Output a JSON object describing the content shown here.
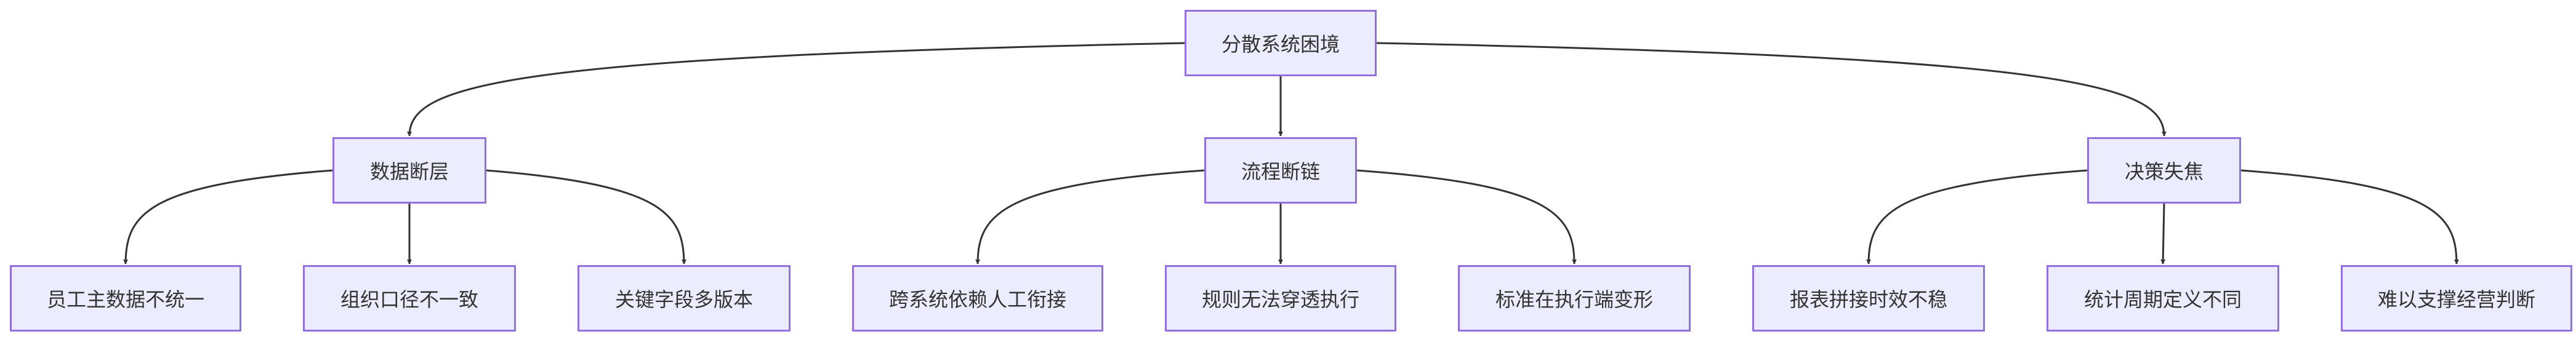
{
  "diagram": {
    "nodes": [
      {
        "id": "root",
        "label": "分散系统困境"
      },
      {
        "id": "data",
        "label": "数据断层"
      },
      {
        "id": "flow",
        "label": "流程断链"
      },
      {
        "id": "decision",
        "label": "决策失焦"
      },
      {
        "id": "d1",
        "label": "员工主数据不统一"
      },
      {
        "id": "d2",
        "label": "组织口径不一致"
      },
      {
        "id": "d3",
        "label": "关键字段多版本"
      },
      {
        "id": "f1",
        "label": "跨系统依赖人工衔接"
      },
      {
        "id": "f2",
        "label": "规则无法穿透执行"
      },
      {
        "id": "f3",
        "label": "标准在执行端变形"
      },
      {
        "id": "c1",
        "label": "报表拼接时效不稳"
      },
      {
        "id": "c2",
        "label": "统计周期定义不同"
      },
      {
        "id": "c3",
        "label": "难以支撑经营判断"
      }
    ],
    "edges": [
      {
        "from": "root",
        "to": "data"
      },
      {
        "from": "root",
        "to": "flow"
      },
      {
        "from": "root",
        "to": "decision"
      },
      {
        "from": "data",
        "to": "d1"
      },
      {
        "from": "data",
        "to": "d2"
      },
      {
        "from": "data",
        "to": "d3"
      },
      {
        "from": "flow",
        "to": "f1"
      },
      {
        "from": "flow",
        "to": "f2"
      },
      {
        "from": "flow",
        "to": "f3"
      },
      {
        "from": "decision",
        "to": "c1"
      },
      {
        "from": "decision",
        "to": "c2"
      },
      {
        "from": "decision",
        "to": "c3"
      }
    ]
  }
}
